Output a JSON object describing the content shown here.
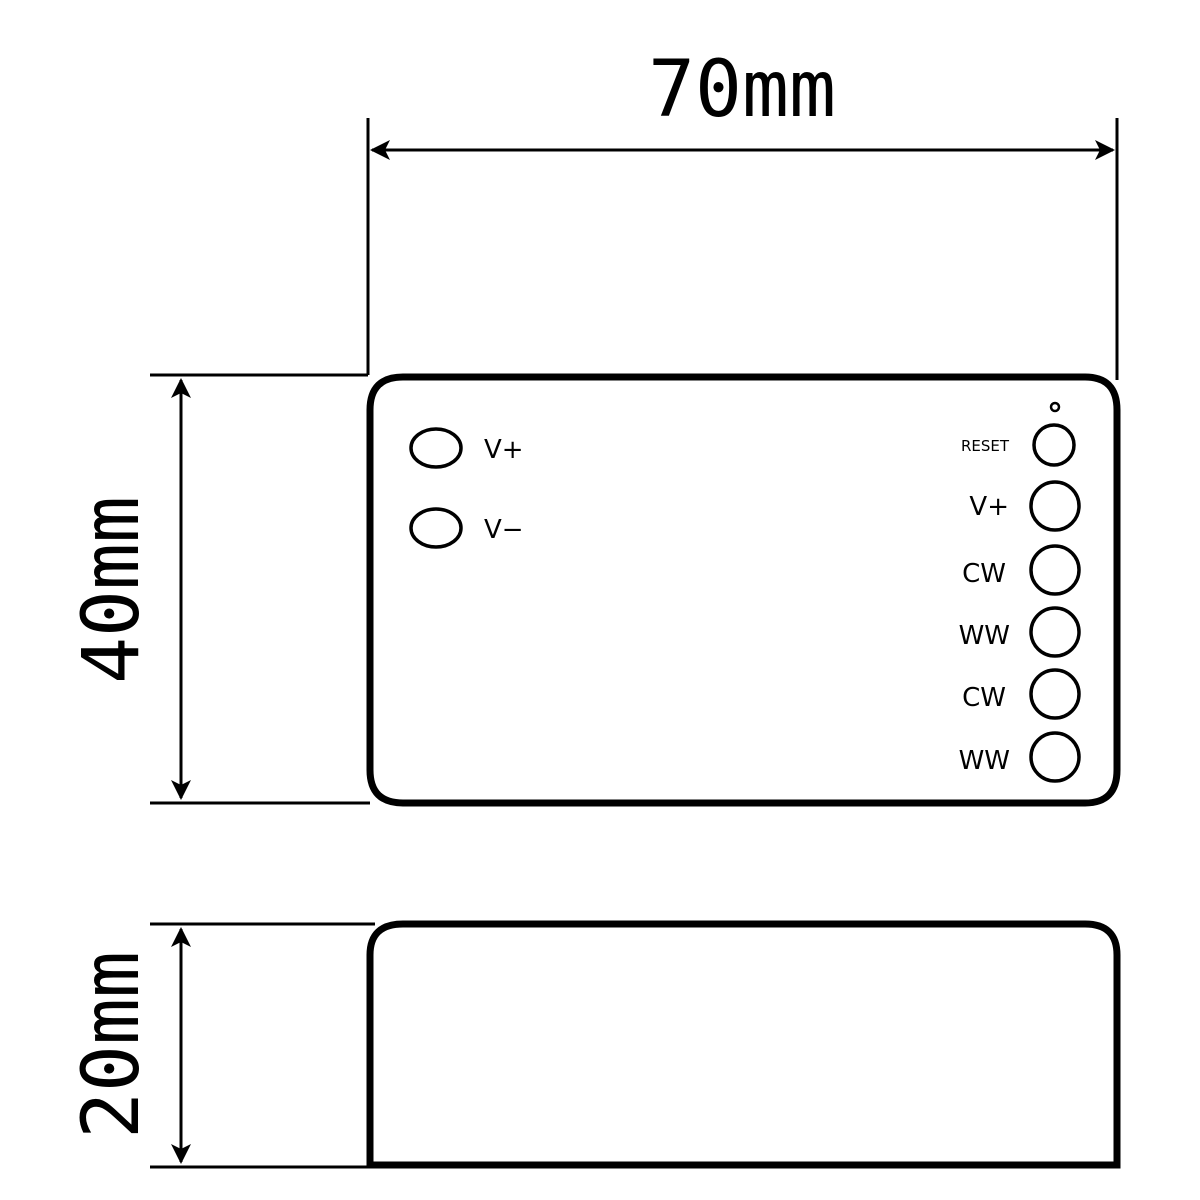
{
  "dimensions": {
    "width": "70mm",
    "height": "40mm",
    "depth": "20mm"
  },
  "colors": {
    "stroke": "#000000",
    "background": "#ffffff"
  },
  "top_view": {
    "left_terminals": [
      {
        "label": "V+"
      },
      {
        "label": "V−"
      }
    ],
    "right_terminals": [
      {
        "label": "RESET"
      },
      {
        "label": "V+"
      },
      {
        "label": "CW"
      },
      {
        "label": "WW"
      },
      {
        "label": "CW"
      },
      {
        "label": "WW"
      }
    ],
    "indicator": "led-dot"
  }
}
